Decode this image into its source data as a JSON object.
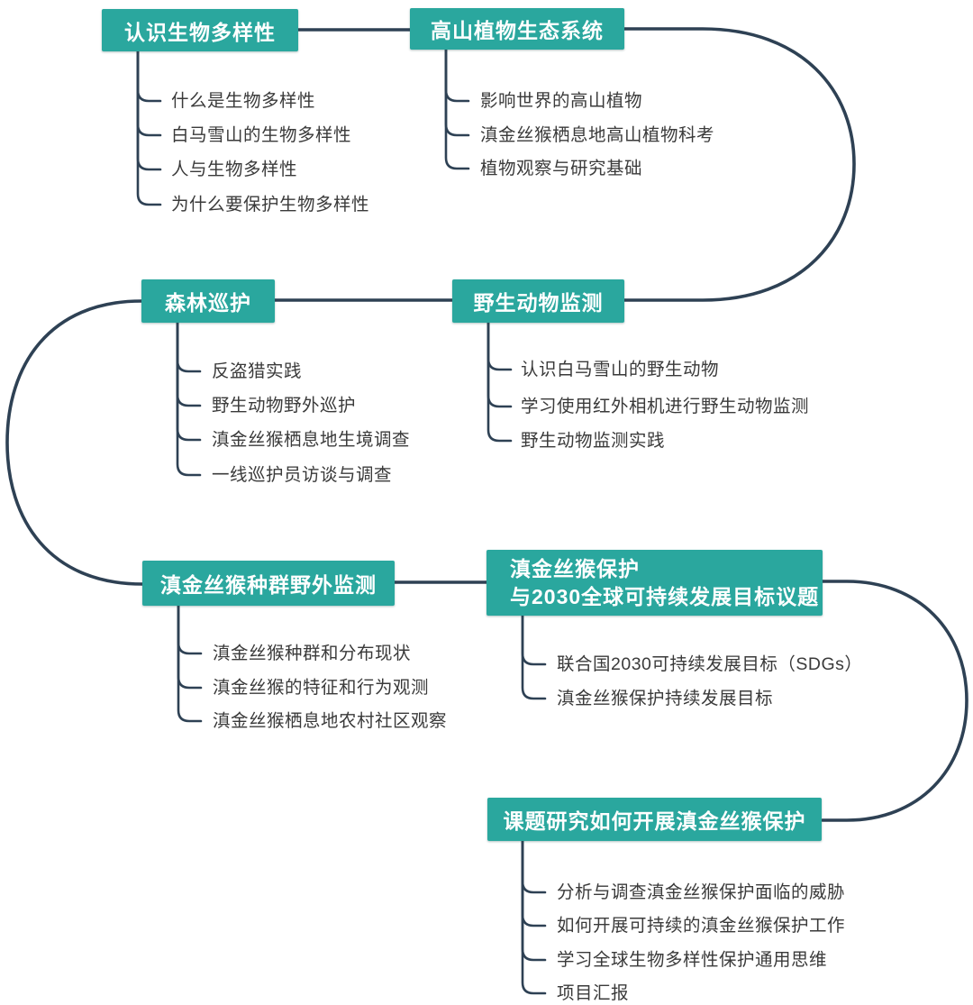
{
  "page": {
    "background": "#ffffff"
  },
  "diagram": {
    "type": "mindmap-flow",
    "colors": {
      "node_fill": "#2aa79e",
      "node_text": "#ffffff",
      "connector": "#2e4154",
      "leaf_text": "#3a3a3a"
    },
    "modules": [
      {
        "title": "认识生物多样性",
        "items": [
          "什么是生物多样性",
          "白马雪山的生物多样性",
          "人与生物多样性",
          "为什么要保护生物多样性"
        ]
      },
      {
        "title": "高山植物生态系统",
        "items": [
          "影响世界的高山植物",
          "滇金丝猴栖息地高山植物科考",
          "植物观察与研究基础"
        ]
      },
      {
        "title": "森林巡护",
        "items": [
          "反盗猎实践",
          "野生动物野外巡护",
          "滇金丝猴栖息地生境调查",
          "一线巡护员访谈与调查"
        ]
      },
      {
        "title": "野生动物监测",
        "items": [
          "认识白马雪山的野生动物",
          "学习使用红外相机进行野生动物监测",
          "野生动物监测实践"
        ]
      },
      {
        "title": "滇金丝猴种群野外监测",
        "items": [
          "滇金丝猴种群和分布现状",
          "滇金丝猴的特征和行为观测",
          "滇金丝猴栖息地农村社区观察"
        ]
      },
      {
        "title": "滇金丝猴保护 与2030全球可持续发展目标议题",
        "title_lines": [
          "滇金丝猴保护",
          "与2030全球可持续发展目标议题"
        ],
        "items": [
          "联合国2030可持续发展目标（SDGs）",
          "滇金丝猴保护持续发展目标"
        ]
      },
      {
        "title": "课题研究如何开展滇金丝猴保护",
        "items": [
          "分析与调查滇金丝猴保护面临的威胁",
          "如何开展可持续的滇金丝猴保护工作",
          "学习全球生物多样性保护通用思维",
          "项目汇报"
        ]
      }
    ]
  }
}
